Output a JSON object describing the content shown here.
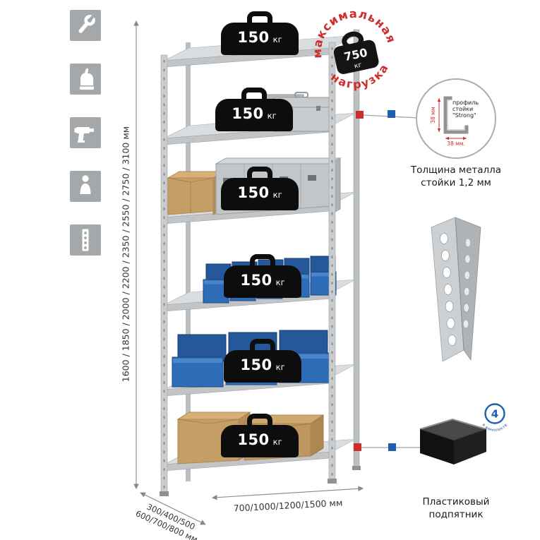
{
  "sidebar": {
    "icons": [
      {
        "name": "wrench-icon"
      },
      {
        "name": "gloves-icon"
      },
      {
        "name": "drill-icon"
      },
      {
        "name": "person-icon"
      },
      {
        "name": "perforated-post-icon"
      }
    ]
  },
  "rack": {
    "shelves": [
      {
        "load": "150",
        "unit": "кг"
      },
      {
        "load": "150",
        "unit": "кг"
      },
      {
        "load": "150",
        "unit": "кг"
      },
      {
        "load": "150",
        "unit": "кг"
      },
      {
        "load": "150",
        "unit": "кг"
      },
      {
        "load": "150",
        "unit": "кг"
      }
    ]
  },
  "stamp": {
    "arc_top": "максимальная",
    "arc_bottom": "нагрузка",
    "value": "750",
    "unit": "кг"
  },
  "dimensions": {
    "height": "1600 / 1850 / 2000 / 2200 / 2350 / 2550 / 2750 / 3100 мм",
    "width": "700/1000/1200/1500 мм",
    "depth_line1": "300/400/500",
    "depth_line2": "600/700/800 мм"
  },
  "details": {
    "profile": {
      "label_line1": "профиль",
      "label_line2": "стойки",
      "label_line3": "\"Strong\"",
      "dim_vertical": "38 мм",
      "dim_horizontal": "38 мм.",
      "caption_line1": "Толщина металла",
      "caption_line2": "стойки 1,2 мм"
    },
    "foot": {
      "badge_value": "4",
      "badge_ring_text": "в комплекте",
      "caption_line1": "Пластиковый",
      "caption_line2": "подпятник"
    }
  },
  "colors": {
    "accent_red": "#cf2d2c",
    "accent_blue": "#1e5fae",
    "weight_black": "#0d0d0d",
    "metal_grey": "#c9cccf"
  }
}
